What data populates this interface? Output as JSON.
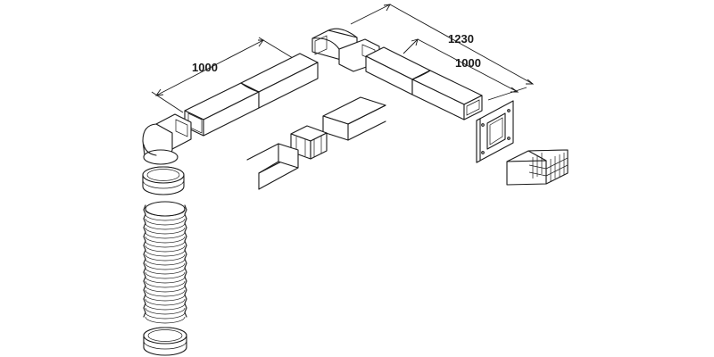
{
  "dimensions": {
    "left_run": "1000",
    "overall": "1230",
    "right_run": "1000"
  }
}
